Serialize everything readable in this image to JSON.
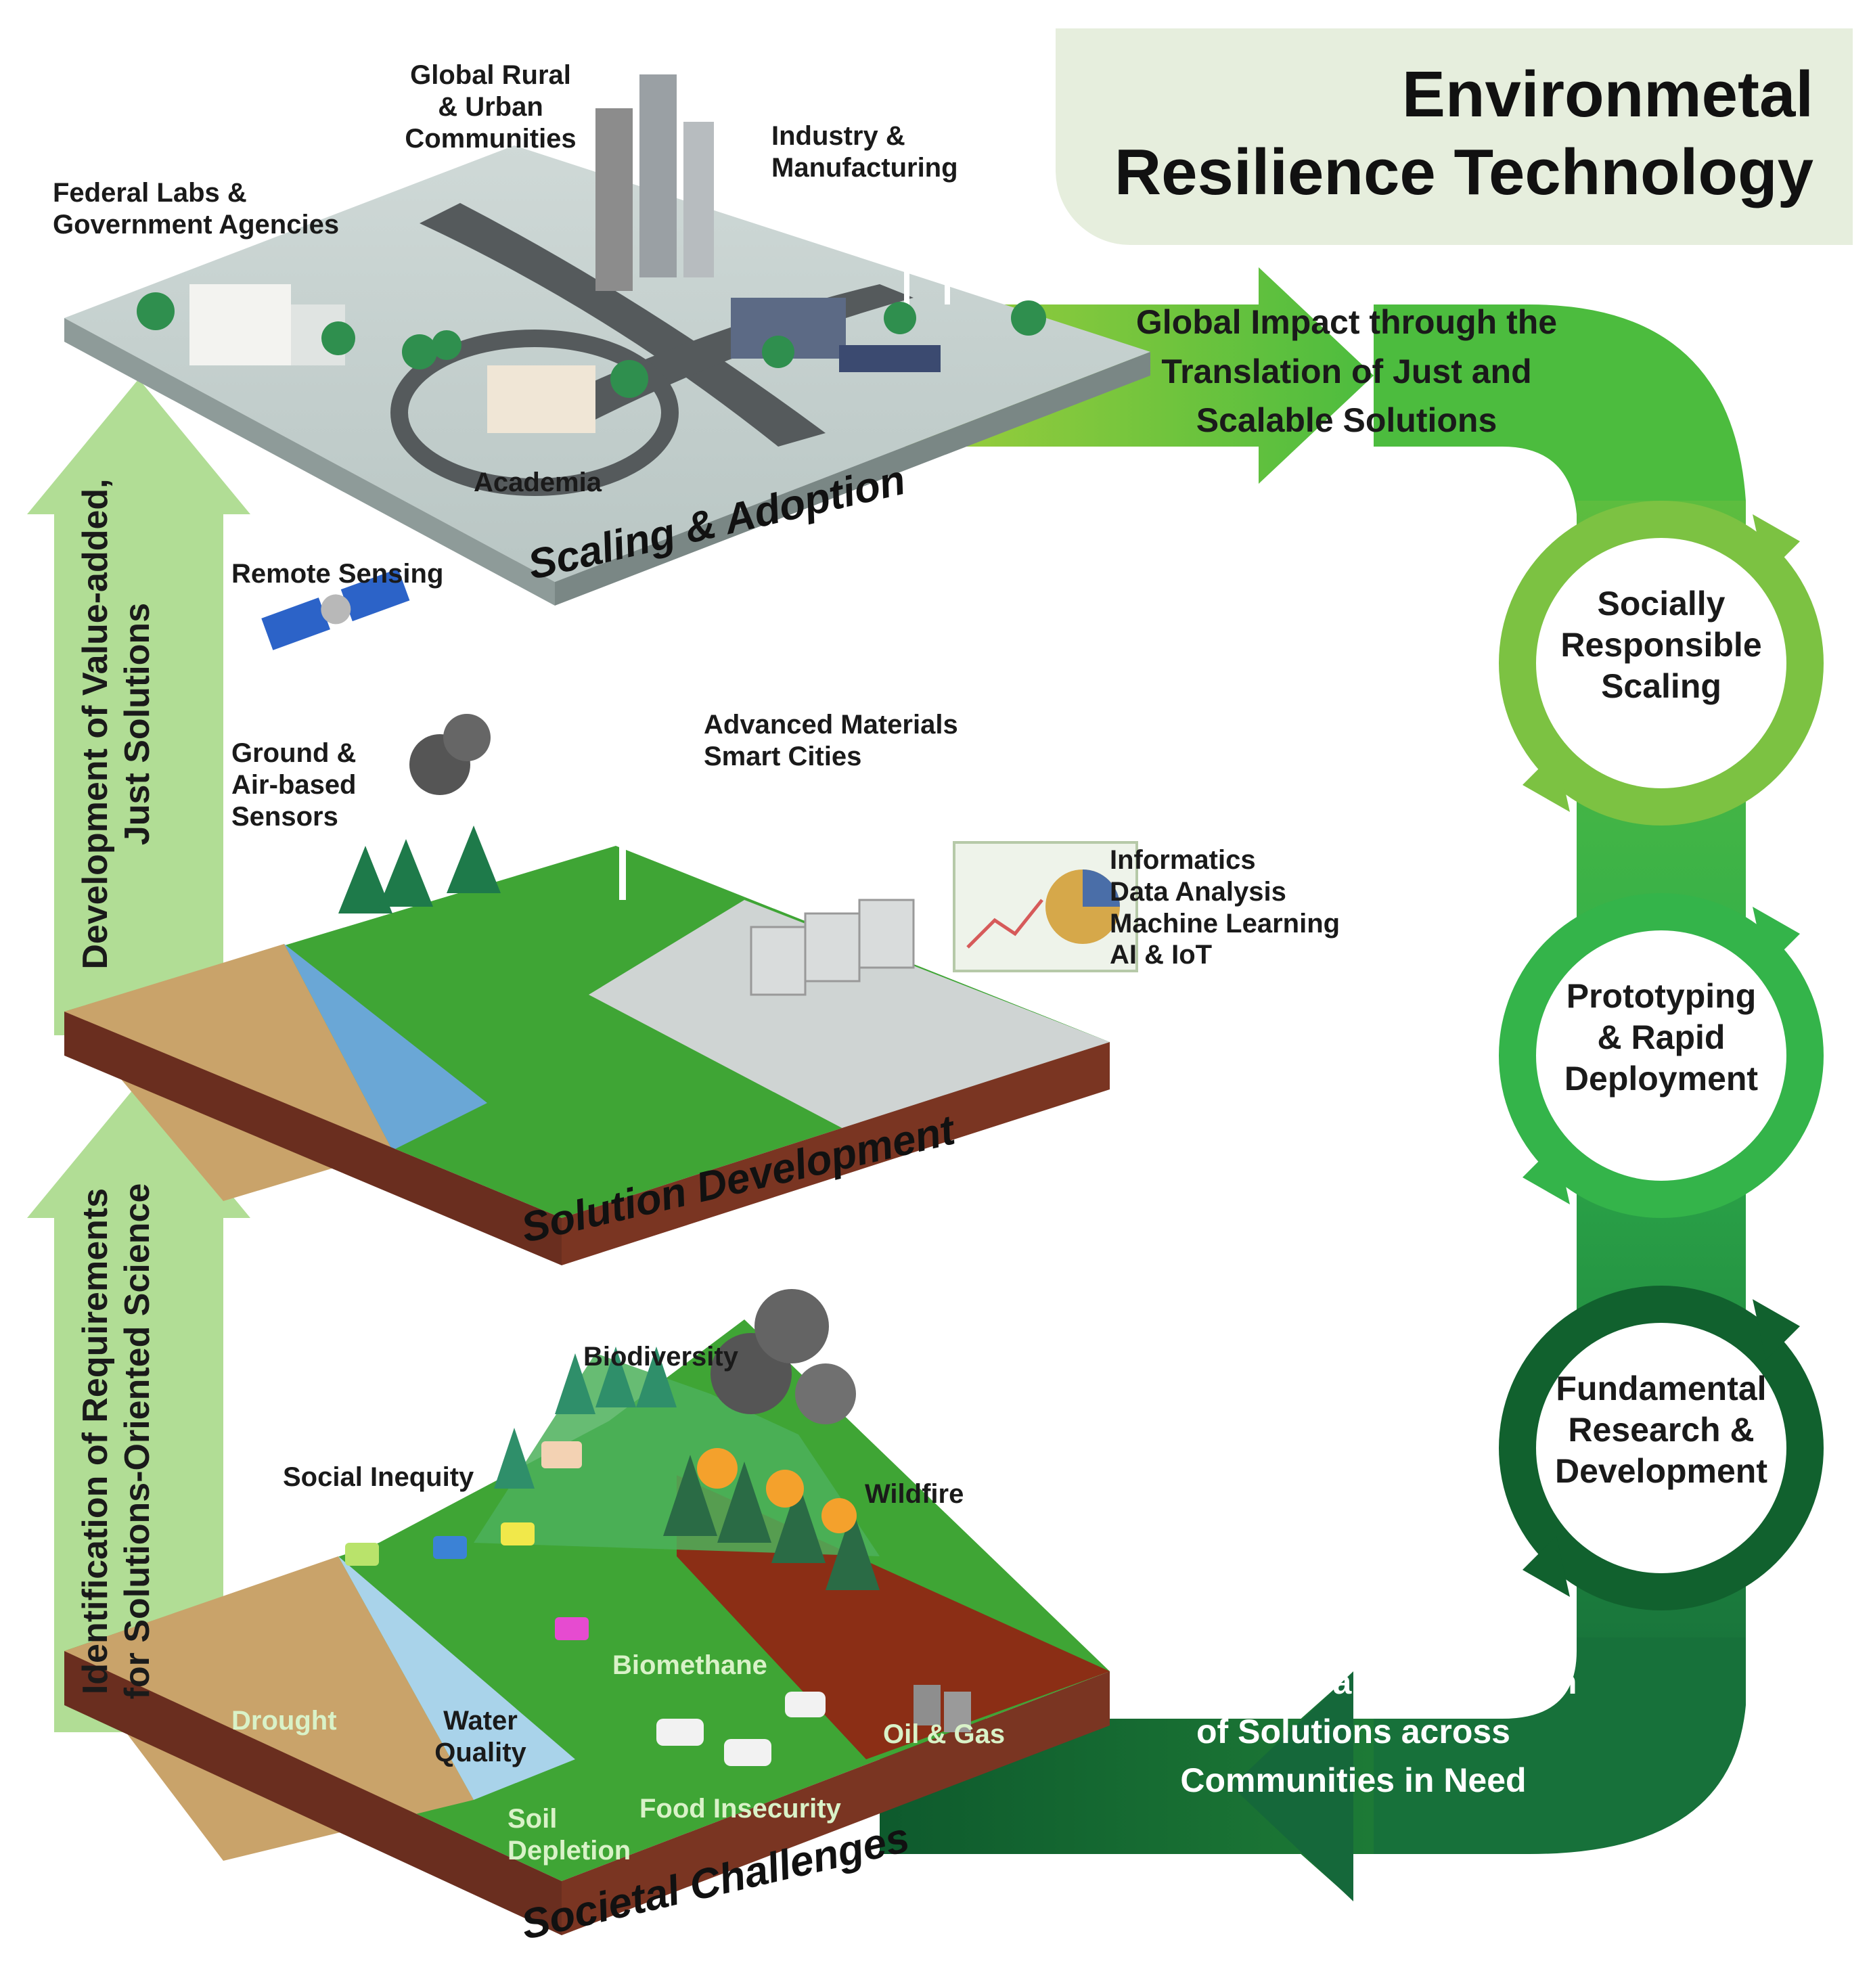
{
  "title": "Environmetal Resilience Technology",
  "colors": {
    "flow_light": "#7cc242",
    "flow_mid": "#34b44a",
    "flow_dark": "#11612e",
    "side_arrow": "#a8d98a",
    "title_box": "#e6eedd",
    "terrain_green": "#3fa535",
    "platform_grey": "#c8d2d0"
  },
  "cycle": {
    "top_arrow": "Global Impact through the Translation of Just and Scalable Solutions",
    "bottom_arrow": "Deployment and Integration of Solutions across Communities in Need",
    "stages": [
      {
        "name": "Socially Responsible Scaling",
        "lines": [
          "Socially",
          "Responsible",
          "Scaling"
        ]
      },
      {
        "name": "Prototyping & Rapid Deployment",
        "lines": [
          "Prototyping",
          "& Rapid",
          "Deployment"
        ]
      },
      {
        "name": "Fundamental Research & Development",
        "lines": [
          "Fundamental",
          "Research &",
          "Development"
        ]
      }
    ]
  },
  "side_arrows": {
    "upper": [
      "Development of Value-added,",
      "Just Solutions"
    ],
    "lower": [
      "Identification of Requirements",
      "for Solutions-Oriented Science"
    ]
  },
  "levels": {
    "scaling": {
      "label": "Scaling & Adoption",
      "items": {
        "federal": [
          "Federal Labs &",
          "Government Agencies"
        ],
        "rural": [
          "Global Rural",
          "& Urban",
          "Communities"
        ],
        "industry": [
          "Industry &",
          "Manufacturing"
        ],
        "academia": "Academia"
      }
    },
    "solution": {
      "label": "Solution Development",
      "items": {
        "remote": "Remote Sensing",
        "sensors": [
          "Ground &",
          "Air-based",
          "Sensors"
        ],
        "materials": [
          "Advanced Materials",
          "Smart Cities"
        ],
        "informatics": [
          "Informatics",
          "Data Analysis",
          "Machine Learning",
          "AI & IoT"
        ]
      }
    },
    "societal": {
      "label": "Societal Challenges",
      "items": {
        "biodiversity": "Biodiversity",
        "inequity": "Social Inequity",
        "wildfire": "Wildfire",
        "biomethane": "Biomethane",
        "drought": "Drought",
        "water": [
          "Water",
          "Quality"
        ],
        "oil": "Oil & Gas",
        "food": "Food Insecurity",
        "soil": [
          "Soil",
          "Depletion"
        ]
      }
    }
  }
}
